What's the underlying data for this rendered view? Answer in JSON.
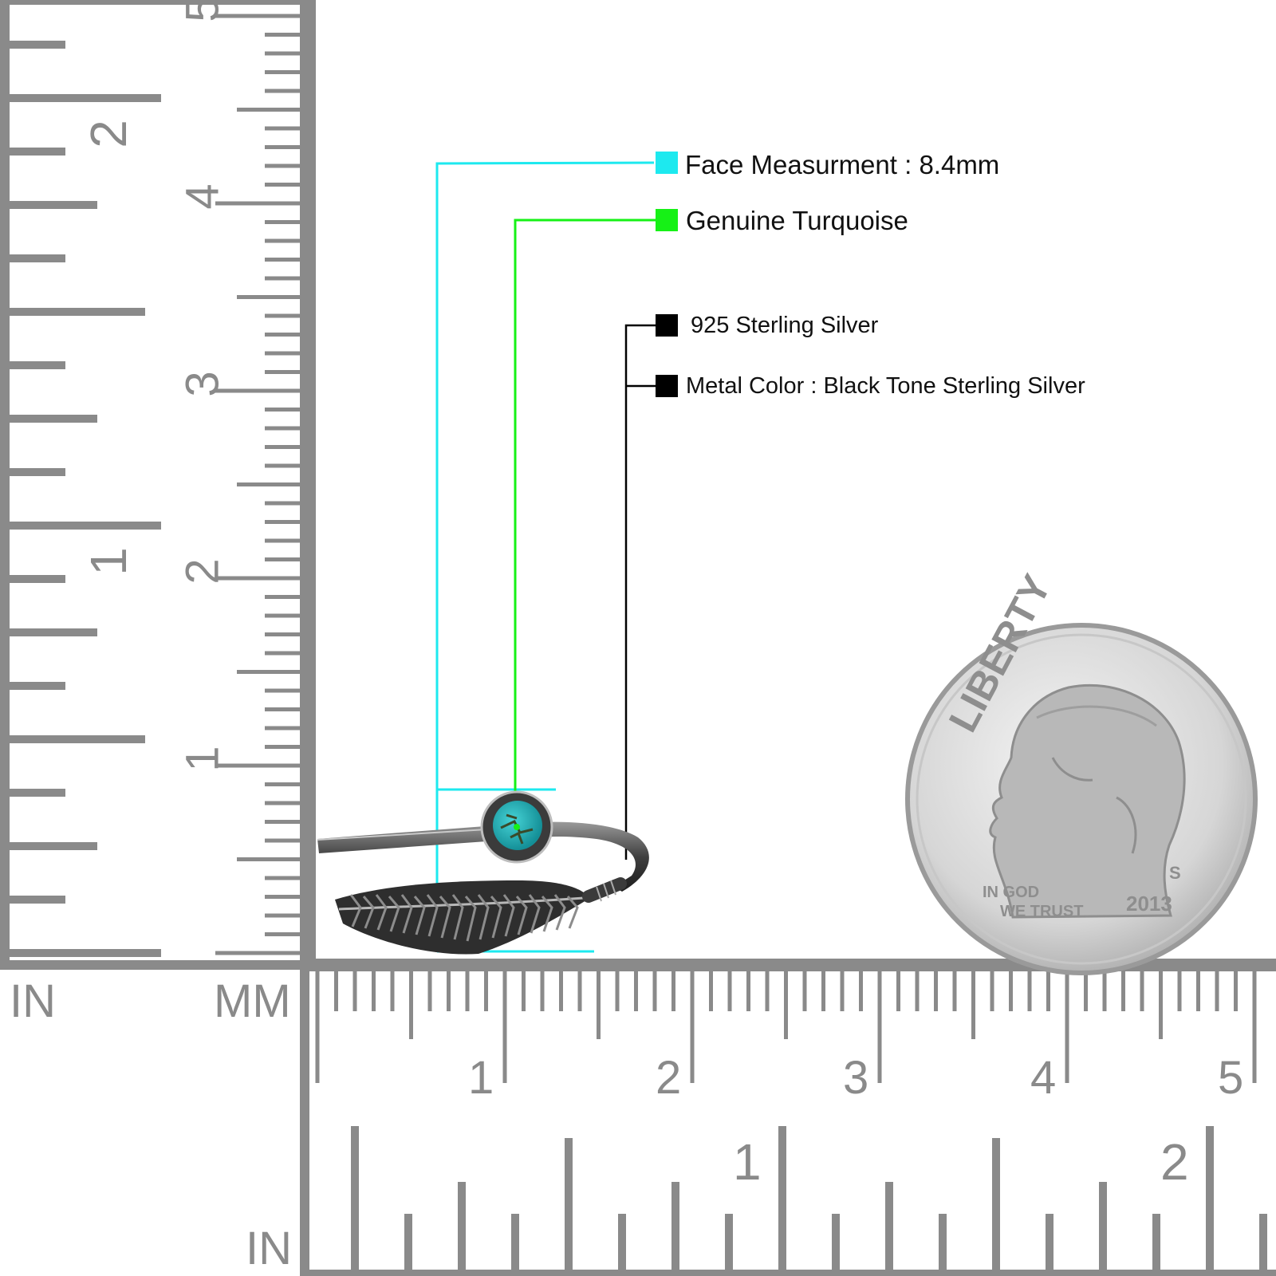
{
  "rulers": {
    "units_left_inch": "IN",
    "units_left_mm": "MM",
    "units_bottom_inch": "IN",
    "left_mm_numbers": [
      "1",
      "2",
      "3",
      "4",
      "5"
    ],
    "left_inch_numbers": [
      "1",
      "2"
    ],
    "bottom_mm_numbers": [
      "1",
      "2",
      "3",
      "4",
      "5"
    ],
    "bottom_inch_numbers": [
      "1",
      "2"
    ],
    "color": "#8a8a8a"
  },
  "callouts": {
    "face": {
      "text": "Face Measurment : 8.4mm",
      "color": "#1de9ef"
    },
    "stone": {
      "text": "Genuine Turquoise",
      "color": "#16f116"
    },
    "silver": {
      "text": "925 Sterling Silver",
      "color": "#000000"
    },
    "metal": {
      "text": "Metal Color : Black Tone Sterling Silver",
      "color": "#000000"
    }
  },
  "coin": {
    "legend": "LIBERTY",
    "motto_line1": "IN GOD",
    "motto_line2": "WE TRUST",
    "year": "2013",
    "mint_mark": "S"
  }
}
